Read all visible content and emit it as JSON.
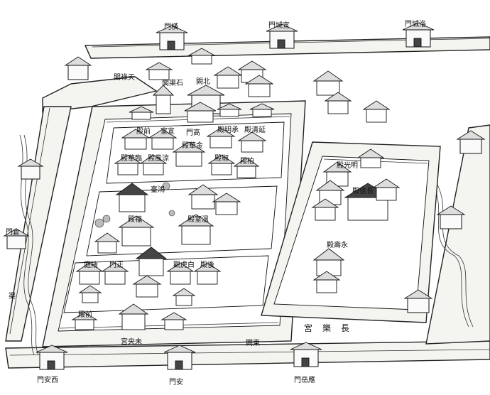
{
  "labels": {
    "heng_men": "門橫",
    "xuancheng_men": "門城宣",
    "luocheng_men": "門城洛",
    "xian_men": "門安西",
    "an_men": "門安",
    "yinyue_men": "門岳應",
    "changle_gong": "宮樂長",
    "weiyang_gong": "宮央未",
    "bei_que": "闕北",
    "dongque": "闕東",
    "tianlu": "閣祿天",
    "shiqu": "閣渠石",
    "gaomen": "門高",
    "qin_ge": "殿前",
    "xuanshi": "室宣",
    "jinhua": "殿華金",
    "chengming": "殿明承",
    "yanqing": "殿清延",
    "linhua": "殿華臨",
    "liangfeng": "殿風涼",
    "jiao_fang": "殿椒",
    "zhe_bai": "殿柏",
    "hong_tai": "臺鴻",
    "jing_shi": "殿室溫",
    "fu_tang": "殿福",
    "yi_ting": "庭掖",
    "zheng_men": "門正",
    "baihu": "觀虎白",
    "houchou": "殿後",
    "mingguang": "殿光明",
    "chang_xin": "殿信長",
    "qian_dian": "殿前",
    "yong_shou": "殿壽永",
    "river_label": "渠",
    "cang_men": "門倉"
  }
}
